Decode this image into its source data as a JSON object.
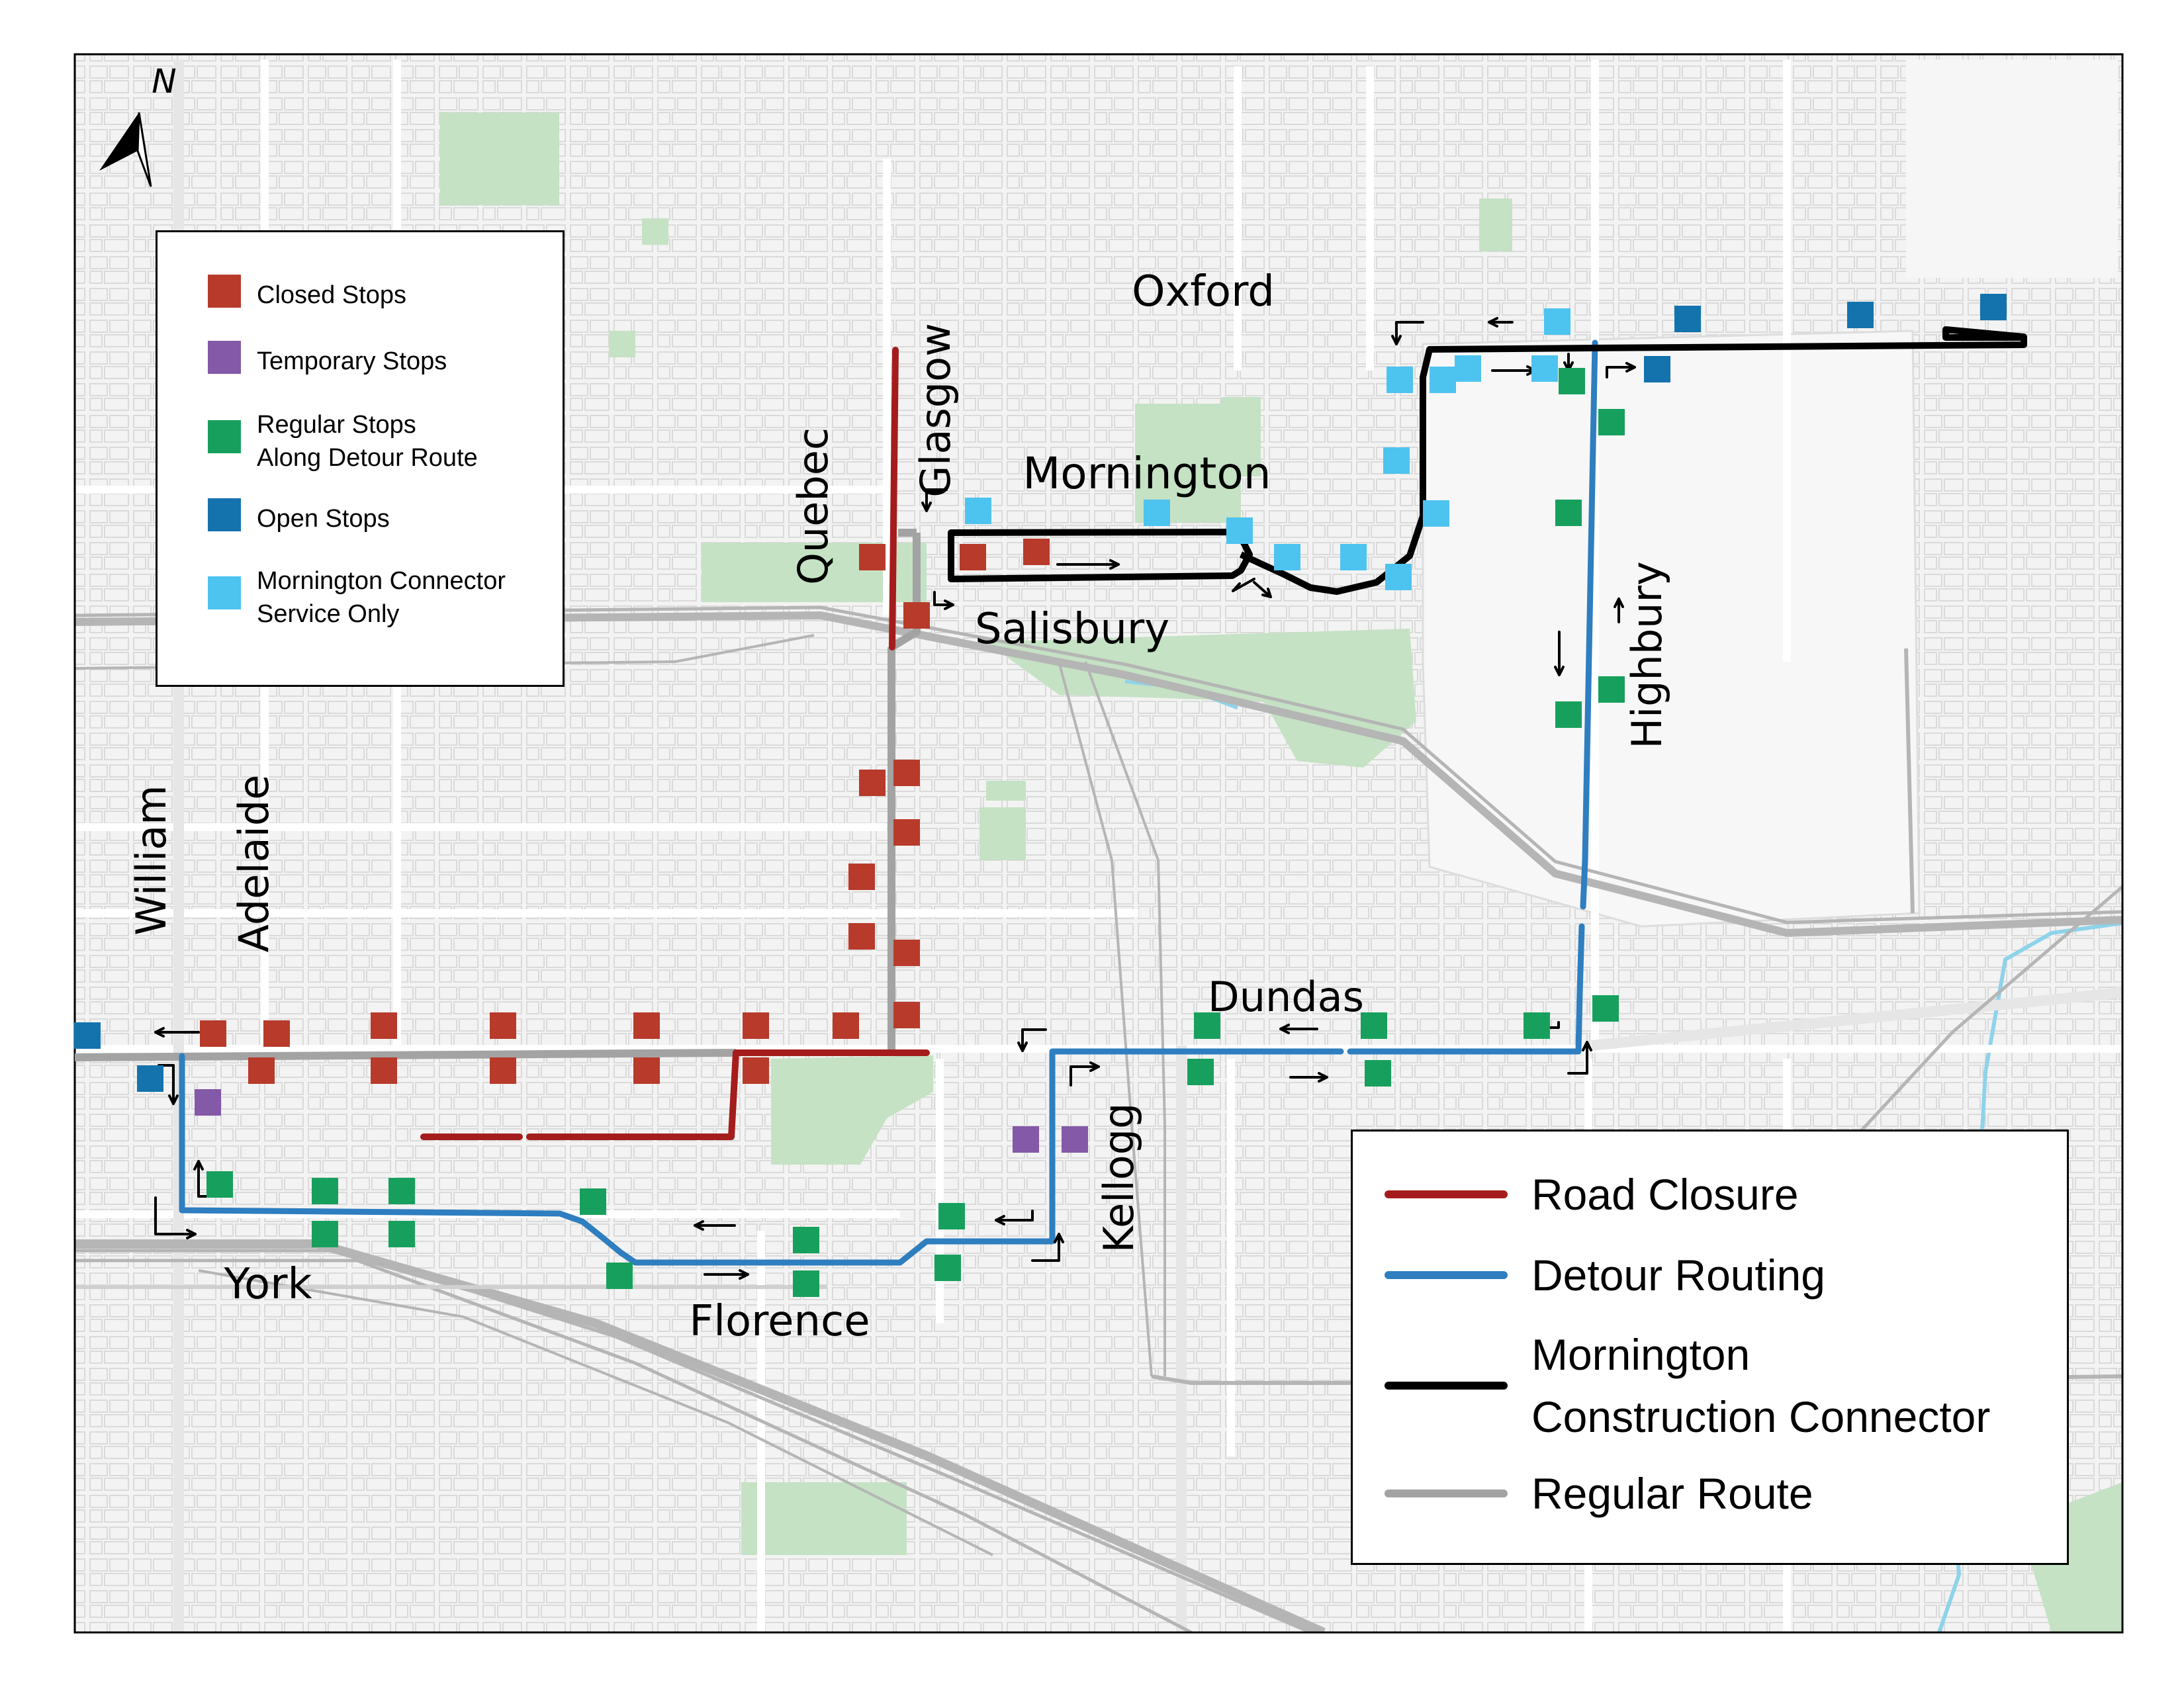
{
  "map": {
    "north_label": "N",
    "streets": {
      "oxford": "Oxford",
      "glasgow": "Glasgow",
      "quebec": "Quebec",
      "mornington": "Mornington",
      "salisbury": "Salisbury",
      "highbury": "Highbury",
      "william": "William",
      "adelaide": "Adelaide",
      "dundas": "Dundas",
      "kellogg": "Kellogg",
      "york": "York",
      "florence": "Florence"
    }
  },
  "stop_legend": {
    "items": [
      {
        "label": "Closed Stops",
        "color": "#b83a2a"
      },
      {
        "label": "Temporary Stops",
        "color": "#8459a8"
      },
      {
        "label": "Regular Stops\nAlong Detour Route",
        "color": "#17a05d"
      },
      {
        "label": "Open Stops",
        "color": "#1472ad"
      },
      {
        "label": "Mornington Connector\nService Only",
        "color": "#4dc3f0"
      }
    ]
  },
  "line_legend": {
    "items": [
      {
        "label": "Road Closure",
        "color": "#a51c1c"
      },
      {
        "label": "Detour Routing",
        "color": "#2e7ec0"
      },
      {
        "label": "Mornington\nConstruction Connector",
        "color": "#000000"
      },
      {
        "label": "Regular Route",
        "color": "#a3a3a3"
      }
    ]
  }
}
